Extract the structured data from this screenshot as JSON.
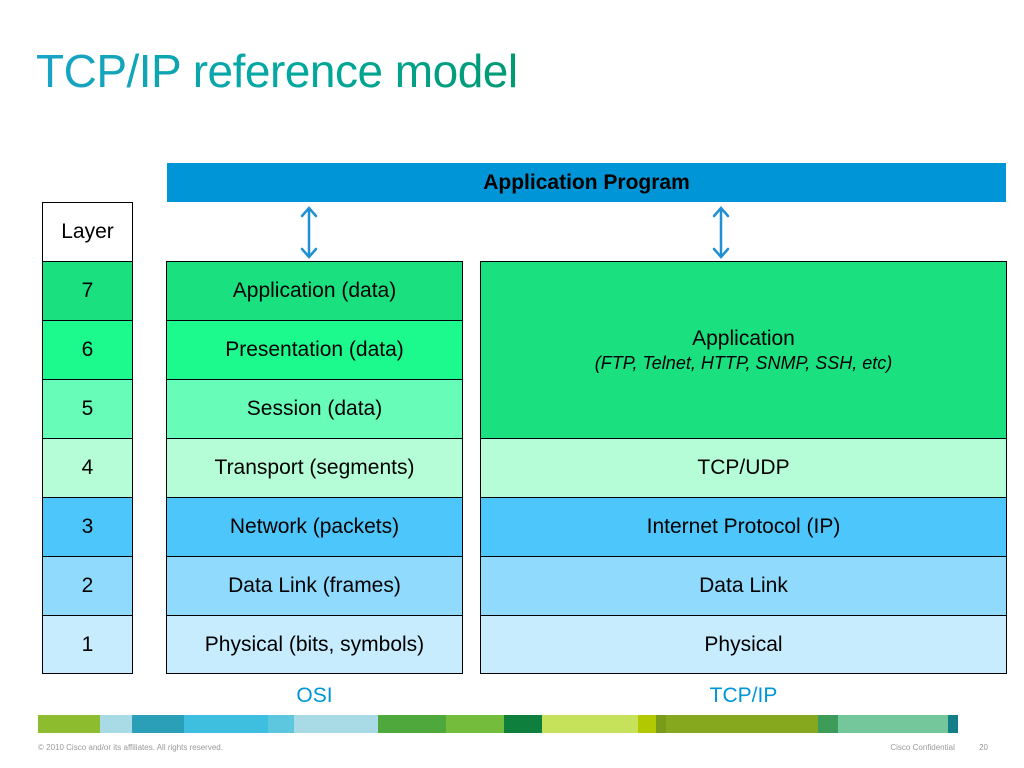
{
  "title": "TCP/IP reference model",
  "application_program": "Application Program",
  "layer_header": "Layer",
  "layers": [
    {
      "num": "7",
      "osi": "Application (data)",
      "color": "#1ae07f"
    },
    {
      "num": "6",
      "osi": "Presentation (data)",
      "color": "#1cf98d"
    },
    {
      "num": "5",
      "osi": "Session (data)",
      "color": "#67fcb7"
    },
    {
      "num": "4",
      "osi": "Transport (segments)",
      "color": "#b4fdd7"
    },
    {
      "num": "3",
      "osi": "Network (packets)",
      "color": "#4dc6fb"
    },
    {
      "num": "2",
      "osi": "Data Link (frames)",
      "color": "#8fdafd"
    },
    {
      "num": "1",
      "osi": "Physical (bits, symbols)",
      "color": "#c6ecfe"
    }
  ],
  "tcpip": {
    "application": "Application",
    "application_protocols": "(FTP, Telnet, HTTP, SNMP, SSH, etc)",
    "transport": "TCP/UDP",
    "internet": "Internet Protocol (IP)",
    "datalink": "Data Link",
    "physical": "Physical"
  },
  "labels": {
    "osi": "OSI",
    "tcpip": "TCP/IP"
  },
  "colors": {
    "title": "#00a5b7",
    "application_program_bar": "#0095d6",
    "arrow": "#1f8fd6",
    "model_label": "#0095d6"
  },
  "footer": {
    "copyright": "© 2010 Cisco and/or its affiliates. All rights reserved.",
    "confidential": "Cisco Confidential",
    "page": "20"
  }
}
